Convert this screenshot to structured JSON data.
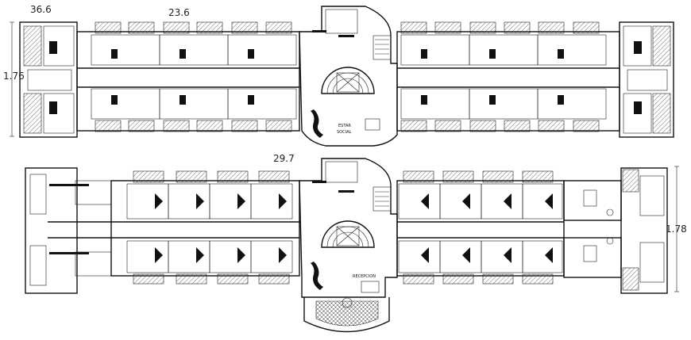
{
  "dimensions": {
    "top_left": "36.6",
    "top_mid": "23.6",
    "left_side": "1.76",
    "mid": "29.7",
    "right_side": "1.78"
  },
  "labels": {
    "estar_line1": "ESTAR",
    "estar_line2": "SOCIAL",
    "recepcion": "RECEPCION"
  },
  "colors": {
    "line": "#111111",
    "background": "#ffffff"
  }
}
